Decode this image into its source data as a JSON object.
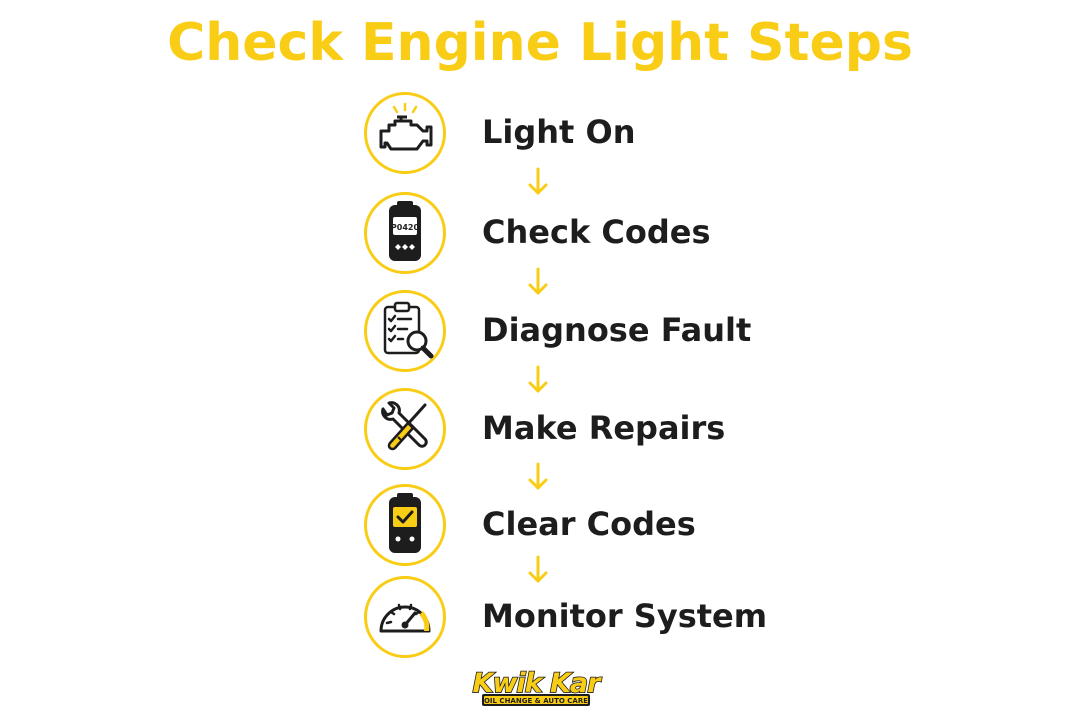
{
  "title": "Check Engine Light Steps",
  "accent_color": "#F9CD16",
  "text_color": "#1d1d1d",
  "steps": [
    {
      "label": "Light On",
      "icon": "engine-warning-icon"
    },
    {
      "label": "Check Codes",
      "icon": "code-scanner-icon",
      "screen_text": "P0420"
    },
    {
      "label": "Diagnose Fault",
      "icon": "clipboard-magnifier-icon"
    },
    {
      "label": "Make Repairs",
      "icon": "wrench-screwdriver-icon"
    },
    {
      "label": "Clear Codes",
      "icon": "scanner-checkmark-icon"
    },
    {
      "label": "Monitor System",
      "icon": "gauge-icon"
    }
  ],
  "logo": {
    "brand": "Kwik Kar",
    "tagline": "OIL CHANGE & AUTO CARE"
  }
}
